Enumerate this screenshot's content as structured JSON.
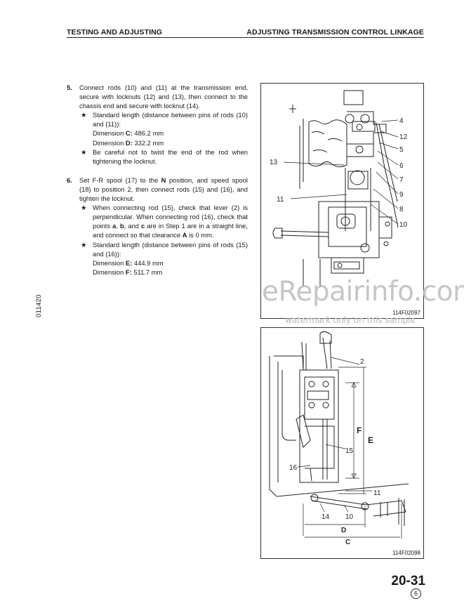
{
  "header": {
    "left": "TESTING AND ADJUSTING",
    "right": "ADJUSTING TRANSMISSION CONTROL LINKAGE"
  },
  "steps": [
    {
      "number": "5.",
      "text": "Connect rods (10) and (11) at the transmission end, secure with locknuts (12) and (13), then connect to the chassis end and secure with locknut (14).",
      "notes": [
        {
          "star": "★",
          "text": "Standard length (distance between pins of rods (10) and (11)):",
          "dims": [
            {
              "label": "Dimension",
              "key": "C:",
              "value": "486.2 mm"
            },
            {
              "label": "Dimension",
              "key": "D:",
              "value": "332.2 mm"
            }
          ]
        },
        {
          "star": "★",
          "text": "Be careful not to twist the end of the rod when tightening the locknut."
        }
      ]
    },
    {
      "number": "6.",
      "text_pre": "Set F-R spool (17) to the ",
      "text_bold": "N",
      "text_post": " position, and speed spool (18) to position 2, then connect rods (15) and (16), and tighten the locknut.",
      "notes": [
        {
          "star": "★",
          "t1": "When connecting rod (15), check that lever (2) is perpendicular. When connecting rod (16), check that points ",
          "a": "a",
          "sep1": ", ",
          "b": "b",
          "sep2": ", and ",
          "c": "c",
          "t2": " are in Step 1 are in a straight line, and connect so that clearance ",
          "A": "A",
          "t3": " is 0 mm."
        },
        {
          "star": "★",
          "text": "Standard length (distance between pins of rods (15) and (16)):",
          "dims": [
            {
              "label": "Dimension",
              "key": "E:",
              "value": "444.9 mm"
            },
            {
              "label": "Dimension",
              "key": "F:",
              "value": "511.7 mm"
            }
          ]
        }
      ]
    }
  ],
  "side_code": "011420",
  "figure1": {
    "code": "114F02097",
    "callouts": [
      "4",
      "12",
      "5",
      "6",
      "7",
      "9",
      "8",
      "10",
      "13",
      "11"
    ]
  },
  "figure2": {
    "code": "114F02098",
    "callouts": [
      "2",
      "F",
      "E",
      "15",
      "16",
      "11",
      "14",
      "10",
      "D",
      "C"
    ]
  },
  "watermark": "eRepairinfo.com",
  "watermark_sub": "watermark only on this sample",
  "page": {
    "number": "20-31",
    "revision": "6"
  }
}
